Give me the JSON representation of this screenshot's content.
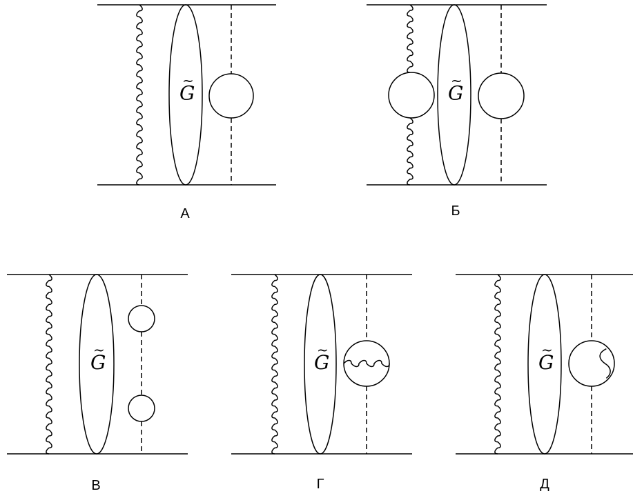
{
  "diagram": {
    "symbol": "G",
    "symbol_accent": "~",
    "panels": [
      {
        "caption": "А",
        "wavy": "full",
        "dashed_loops": [
          {
            "type": "plain",
            "r": 32
          }
        ]
      },
      {
        "caption": "Б",
        "wavy": "with-loop",
        "dashed_loops": [
          {
            "type": "plain",
            "r": 33
          }
        ]
      },
      {
        "caption": "В",
        "wavy": "full",
        "dashed_loops": [
          {
            "type": "plain",
            "r": 19
          },
          {
            "type": "plain",
            "r": 19
          }
        ]
      },
      {
        "caption": "Г",
        "wavy": "full",
        "dashed_loops": [
          {
            "type": "wavy-across",
            "r": 33
          }
        ]
      },
      {
        "caption": "Д",
        "wavy": "full",
        "dashed_loops": [
          {
            "type": "wavy-side",
            "r": 33
          }
        ]
      }
    ]
  }
}
